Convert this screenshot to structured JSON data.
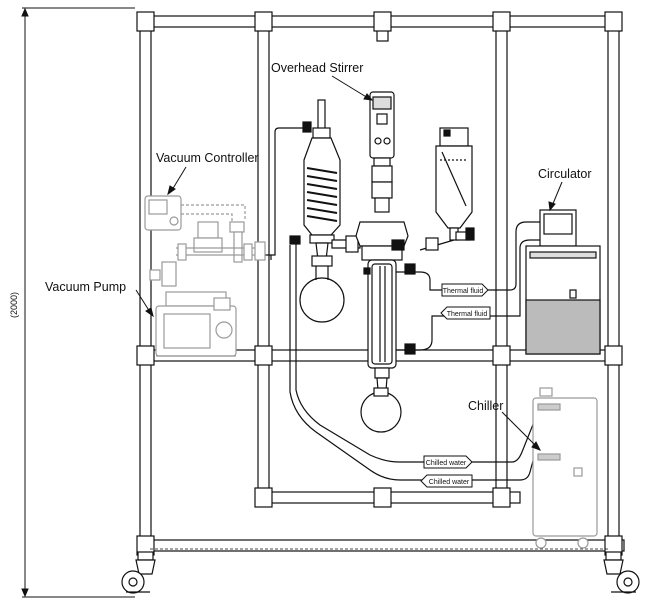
{
  "labels": {
    "overhead_stirrer": "Overhead Stirrer",
    "vacuum_controller": "Vacuum Controller",
    "circulator": "Circulator",
    "vacuum_pump": "Vacuum Pump",
    "chiller": "Chiller"
  },
  "hose_tags": {
    "thermal_fluid_1": "Thermal fluid",
    "thermal_fluid_2": "Thermal fluid",
    "chilled_water_1": "Chilled water",
    "chilled_water_2": "Chilled water"
  },
  "dimension": "(2000)",
  "colors": {
    "line": "#111111",
    "faded": "#9a9a9a",
    "frame_fill": "#ffffff"
  }
}
